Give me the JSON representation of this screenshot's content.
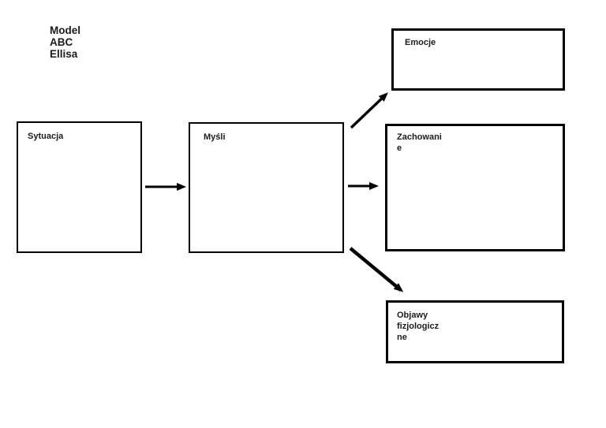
{
  "title": {
    "text": "Model\nABC\nEllisa"
  },
  "diagram": {
    "boxes": [
      {
        "id": "sytuacja",
        "label": "Sytuacja"
      },
      {
        "id": "mysli",
        "label": "Myśli"
      },
      {
        "id": "emocje",
        "label": "Emocje"
      },
      {
        "id": "zachowanie",
        "label": "Zachowani\ne"
      },
      {
        "id": "objawy",
        "label": "Objawy\nfizjologicz\nne"
      }
    ],
    "connections": [
      {
        "from": "Sytuacja",
        "to": "Myśli"
      },
      {
        "from": "Myśli",
        "to": "Emocje"
      },
      {
        "from": "Myśli",
        "to": "Zachowanie"
      },
      {
        "from": "Myśli",
        "to": "Objawy fizjologiczne"
      }
    ],
    "colors": {
      "line": "#000000",
      "box_fill": "#ffffff",
      "text": "#1b1b1b",
      "background": "#ffffff"
    }
  }
}
